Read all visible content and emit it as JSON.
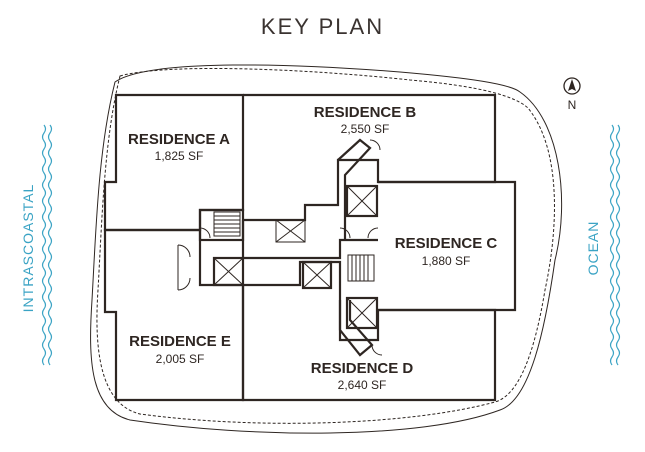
{
  "title": "KEY PLAN",
  "residences": [
    {
      "id": "a",
      "name": "RESIDENCE A",
      "size": "1,825 SF"
    },
    {
      "id": "b",
      "name": "RESIDENCE B",
      "size": "2,550 SF"
    },
    {
      "id": "c",
      "name": "RESIDENCE C",
      "size": "1,880 SF"
    },
    {
      "id": "d",
      "name": "RESIDENCE D",
      "size": "2,640 SF"
    },
    {
      "id": "e",
      "name": "RESIDENCE E",
      "size": "2,005 SF"
    }
  ],
  "left_label": "INTRASCOASTAL",
  "right_label": "OCEAN",
  "north_label": "N",
  "colors": {
    "line": "#2e2622",
    "water": "#3aa3c4",
    "title": "#3a3330"
  }
}
